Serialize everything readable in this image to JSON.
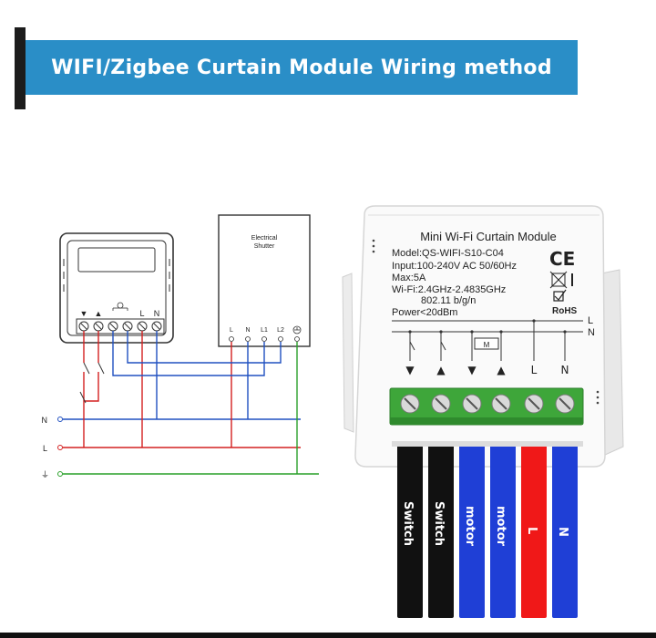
{
  "header": {
    "title": "WIFI/Zigbee Curtain Module Wiring method"
  },
  "left_diagram": {
    "module_terminals": [
      "▼",
      "▲",
      "",
      "",
      "L",
      "N"
    ],
    "shutter_label_line1": "Electrical",
    "shutter_label_line2": "Shutter",
    "shutter_terminals": [
      "L",
      "N",
      "L1",
      "L2",
      "⊕"
    ],
    "supply_lines": [
      "N",
      "L",
      "⏚"
    ]
  },
  "product": {
    "title": "Mini Wi-Fi Curtain Module",
    "specs": {
      "model": "Model:QS-WIFI-S10-C04",
      "input": "Input:100-240V AC  50/60Hz",
      "max": "Max:5A",
      "wifi": "Wi-Fi:2.4GHz-2.4835GHz",
      "standard": "802.11 b/g/n",
      "power": "Power<20dBm"
    },
    "certs": {
      "ce": "CE",
      "rohs": "RoHS"
    },
    "schematic_lines": [
      "L",
      "N"
    ],
    "terminal_labels": [
      "▼",
      "▲",
      "▼",
      "▲",
      "L",
      "N"
    ],
    "motor_label": "M"
  },
  "wires": [
    {
      "label": "Switch",
      "color": "#111111"
    },
    {
      "label": "Switch",
      "color": "#111111"
    },
    {
      "label": "motor",
      "color": "#1f3fd6"
    },
    {
      "label": "motor",
      "color": "#1f3fd6"
    },
    {
      "label": "L",
      "color": "#f01818"
    },
    {
      "label": "N",
      "color": "#1f3fd6"
    }
  ],
  "colors": {
    "banner": "#2a8ec7",
    "terminal_block": "#3ea63a",
    "wire_red": "#d42020",
    "wire_blue": "#2050c0",
    "wire_green": "#2aa02a"
  }
}
